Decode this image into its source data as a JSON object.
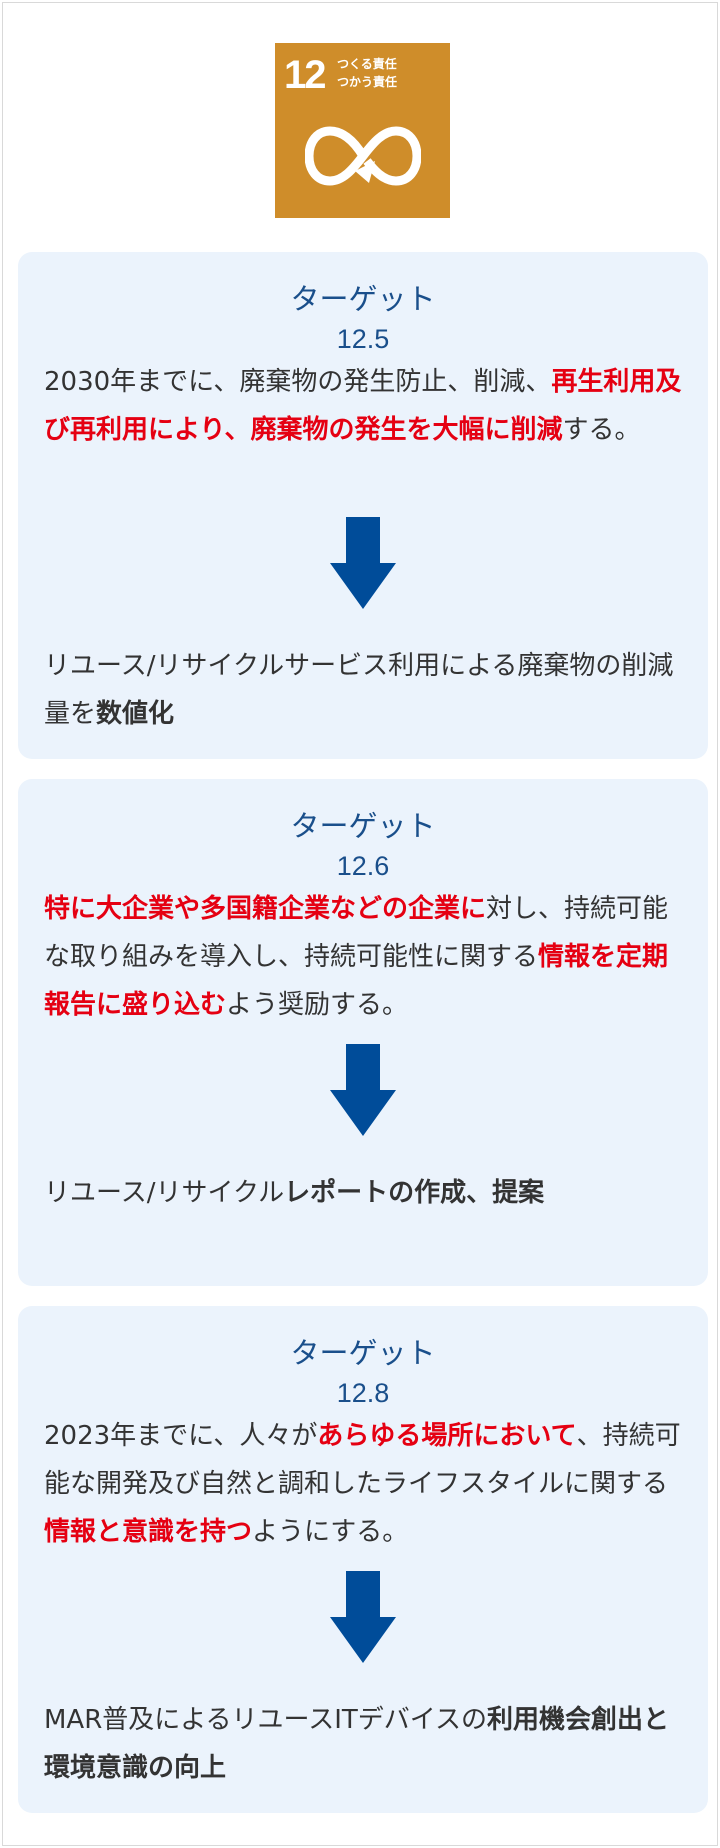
{
  "sdg": {
    "number": "12",
    "caption_line1": "つくる責任",
    "caption_line2": "つかう責任",
    "symbol_icon": "infinity-loop-arrow-icon",
    "color": "#cf8d2a"
  },
  "colors": {
    "card_background": "#ebf3fc",
    "heading": "#1a4f8b",
    "highlight": "#e50012",
    "arrow": "#004c99",
    "text": "#333333"
  },
  "targets": [
    {
      "label": "ターゲット",
      "number": "12.5",
      "description": [
        {
          "text": "2030年までに、廃棄物の発生防止、削減、",
          "style": "normal"
        },
        {
          "text": "再生利用及び再利用により、廃棄物の発生を大幅に削減",
          "style": "highlight"
        },
        {
          "text": "する。",
          "style": "normal"
        }
      ],
      "arrow_icon": "down-arrow-icon",
      "result": [
        {
          "text": "リユース/リサイクルサービス利用による廃棄物の削減量を",
          "style": "normal"
        },
        {
          "text": "数値化",
          "style": "bold"
        }
      ]
    },
    {
      "label": "ターゲット",
      "number": "12.6",
      "description": [
        {
          "text": "特に大企業や多国籍企業などの企業に",
          "style": "highlight"
        },
        {
          "text": "対し、持続可能な取り組みを導入し、持続可能性に関する",
          "style": "normal"
        },
        {
          "text": "情報を定期報告に盛り込む",
          "style": "highlight"
        },
        {
          "text": "よう奨励する。",
          "style": "normal"
        }
      ],
      "arrow_icon": "down-arrow-icon",
      "result": [
        {
          "text": "リユース/リサイクル",
          "style": "normal"
        },
        {
          "text": "レポートの作成、提案",
          "style": "bold"
        }
      ]
    },
    {
      "label": "ターゲット",
      "number": "12.8",
      "description": [
        {
          "text": "2023年までに、人々が",
          "style": "normal"
        },
        {
          "text": "あらゆる場所において",
          "style": "highlight"
        },
        {
          "text": "、持続可能な開発及び自然と調和したライフスタイルに関する",
          "style": "normal"
        },
        {
          "text": "情報と意識を持つ",
          "style": "highlight"
        },
        {
          "text": "ようにする。",
          "style": "normal"
        }
      ],
      "arrow_icon": "down-arrow-icon",
      "result": [
        {
          "text": "MAR普及によるリユースITデバイスの",
          "style": "normal"
        },
        {
          "text": "利用機会創出と環境意識の向上",
          "style": "bold"
        }
      ]
    }
  ]
}
